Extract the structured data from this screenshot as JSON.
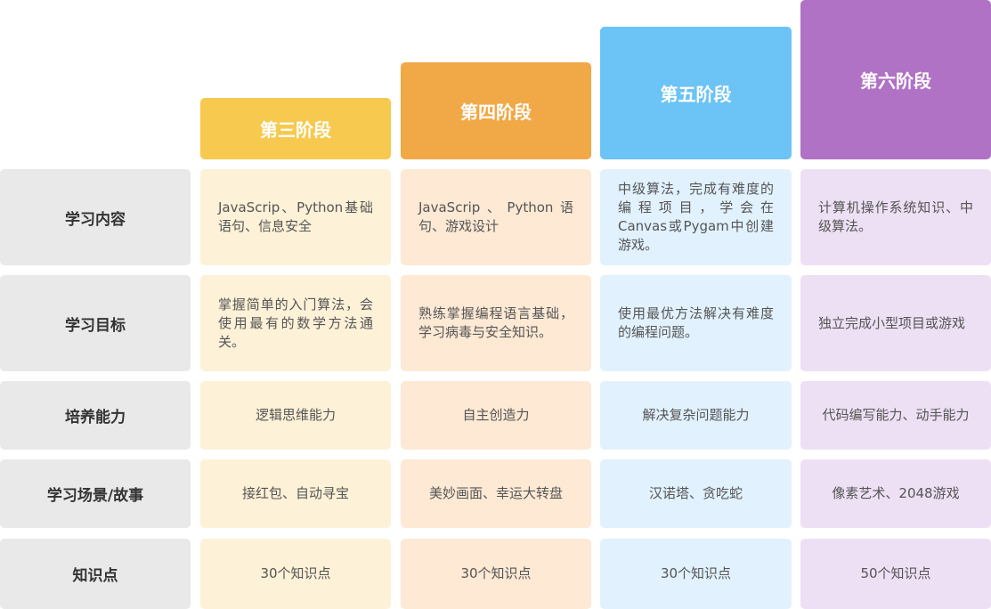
{
  "stages": [
    {
      "title": "第三阶段",
      "color": "#f7c94f"
    },
    {
      "title": "第四阶段",
      "color": "#f1a847"
    },
    {
      "title": "第五阶段",
      "color": "#6cc3f5"
    },
    {
      "title": "第六阶段",
      "color": "#b072c5"
    }
  ],
  "rows": [
    {
      "label": "学习内容",
      "cells": [
        "JavaScrip、Python基础语句、信息安全",
        "JavaScrip、Python语句、游戏设计",
        "中级算法，完成有难度的编程项目，学会在Canvas或Pygam中创建游戏。",
        "计算机操作系统知识、中级算法。"
      ]
    },
    {
      "label": "学习目标",
      "cells": [
        "掌握简单的入门算法，会使用最有的数学方法通关。",
        "熟练掌握编程语言基础，学习病毒与安全知识。",
        "使用最优方法解决有难度的编程问题。",
        "独立完成小型项目或游戏"
      ]
    },
    {
      "label": "培养能力",
      "cells": [
        "逻辑思维能力",
        "自主创造力",
        "解决复杂问题能力",
        "代码编写能力、动手能力"
      ]
    },
    {
      "label": "学习场景/故事",
      "cells": [
        "接红包、自动寻宝",
        "美妙画面、幸运大转盘",
        "汉诺塔、贪吃蛇",
        "像素艺术、2048游戏"
      ]
    },
    {
      "label": "知识点",
      "cells": [
        "30个知识点",
        "30个知识点",
        "30个知识点",
        "50个知识点"
      ]
    }
  ]
}
